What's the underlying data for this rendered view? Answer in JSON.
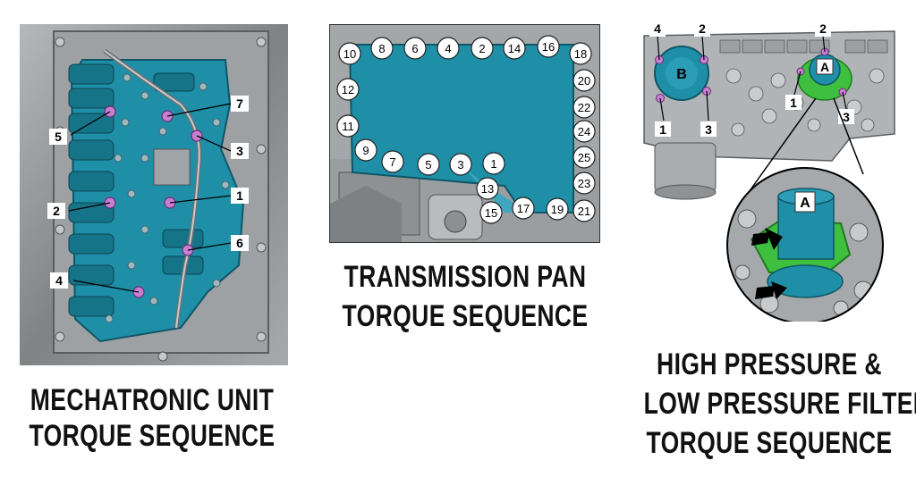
{
  "mechatronic": {
    "caption": [
      "MECHATRONIC UNIT",
      "TORQUE SEQUENCE"
    ],
    "callouts": [
      "7",
      "5",
      "3",
      "1",
      "2",
      "6",
      "4"
    ]
  },
  "pan": {
    "caption": [
      "TRANSMISSION PAN",
      "TORQUE SEQUENCE"
    ],
    "bolts": [
      "10",
      "8",
      "6",
      "4",
      "2",
      "14",
      "16",
      "18",
      "12",
      "20",
      "22",
      "11",
      "24",
      "9",
      "7",
      "5",
      "3",
      "1",
      "25",
      "13",
      "23",
      "15",
      "17",
      "19",
      "21"
    ]
  },
  "filter": {
    "caption": [
      "HIGH PRESSURE &",
      "LOW PRESSURE FILTER",
      "TORQUE SEQUENCE"
    ],
    "filter_b_label": "B",
    "filter_a_label": "A",
    "filter_a_zoom_label": "A",
    "callouts_b": [
      "4",
      "2",
      "1",
      "3"
    ],
    "callouts_a": [
      "2",
      "1",
      "3"
    ]
  },
  "colors": {
    "teal": "#1f8fa8",
    "green": "#3fbf3f",
    "bolt": "#c77fd0"
  }
}
